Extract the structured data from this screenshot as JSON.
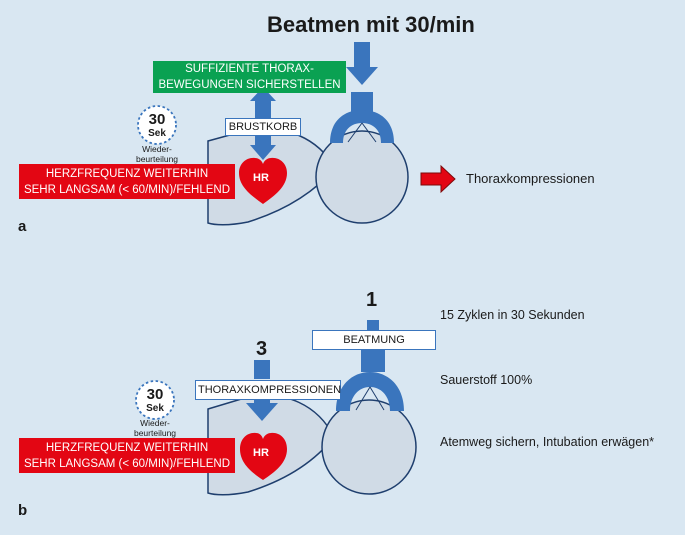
{
  "colors": {
    "background": "#d9e7f2",
    "alert_red": "#e30613",
    "action_green": "#0aa152",
    "arrow_blue": "#3a75bd",
    "baby_fill": "#d0dbe6",
    "baby_outline": "#1f3f6e"
  },
  "panel_a": {
    "label": "a",
    "title": "Beatmen mit 30/min",
    "green_box": [
      "SUFFIZIENTE THORAX-",
      "BEWEGUNGEN SICHERSTELLEN"
    ],
    "chest_label": "BRUSTKORB",
    "timer_value": "30",
    "timer_unit": "Sek",
    "reassess": [
      "Wieder-",
      "beurteilung"
    ],
    "red_box": [
      "HERZFREQUENZ WEITERHIN",
      "SEHR LANGSAM (< 60/MIN)/FEHLEND"
    ],
    "heart_label": "HR",
    "next_step": "Thoraxkompressionen"
  },
  "panel_b": {
    "label": "b",
    "step_1": "1",
    "step_3": "3",
    "vent_label": "BEATMUNG",
    "compress_label": "THORAXKOMPRESSIONEN",
    "timer_value": "30",
    "timer_unit": "Sek",
    "reassess": [
      "Wieder-",
      "beurteilung"
    ],
    "red_box": [
      "HERZFREQUENZ WEITERHIN",
      "SEHR LANGSAM (< 60/MIN)/FEHLEND"
    ],
    "heart_label": "HR",
    "notes": [
      "15 Zyklen in 30 Sekunden",
      "Sauerstoff 100%",
      "Atemweg sichern, Intubation erwägen*"
    ]
  }
}
